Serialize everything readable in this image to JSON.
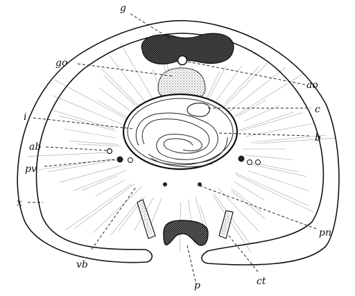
{
  "labels": {
    "g": "g",
    "go": "go",
    "ao": "ao",
    "i": "i",
    "c": "c",
    "b": "b",
    "ab": "ab",
    "pv": "pv",
    "x": "x",
    "pn": "pn",
    "vb": "vb",
    "p": "p",
    "ct": "ct"
  },
  "colors": {
    "ink": "#111111",
    "dark_fill": "#2a2a2a",
    "stipple": "#555555",
    "paper": "#ffffff"
  }
}
